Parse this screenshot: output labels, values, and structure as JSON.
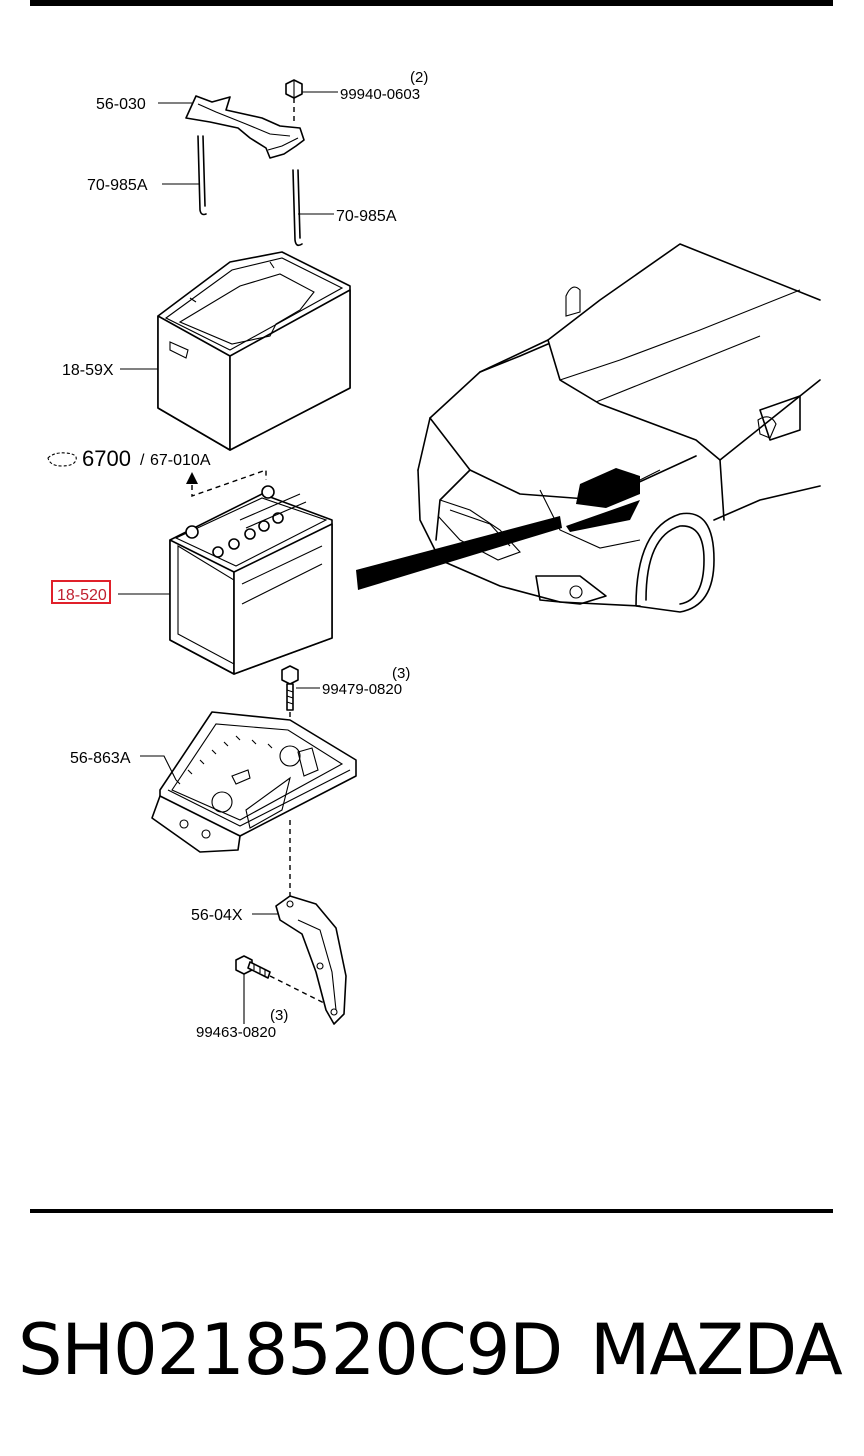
{
  "labels": {
    "bracket_top": "56-030",
    "nut": "99940-0603",
    "nut_qty": "(2)",
    "rod_left": "70-985A",
    "rod_right": "70-985A",
    "cover": "18-59X",
    "battery_ref_code": "6700",
    "battery_ref_sep": "/",
    "battery_ref_part": "67-010A",
    "battery": "18-520",
    "bolt_top": "99479-0820",
    "bolt_top_qty": "(3)",
    "tray": "56-863A",
    "bracket_bottom": "56-04X",
    "bolt_bottom": "99463-0820",
    "bolt_bottom_qty": "(3)"
  },
  "footer": {
    "part_number": "SH0218520C9D",
    "brand": "MAZDA"
  },
  "colors": {
    "highlight": "#e0202a",
    "ink": "#000000"
  }
}
